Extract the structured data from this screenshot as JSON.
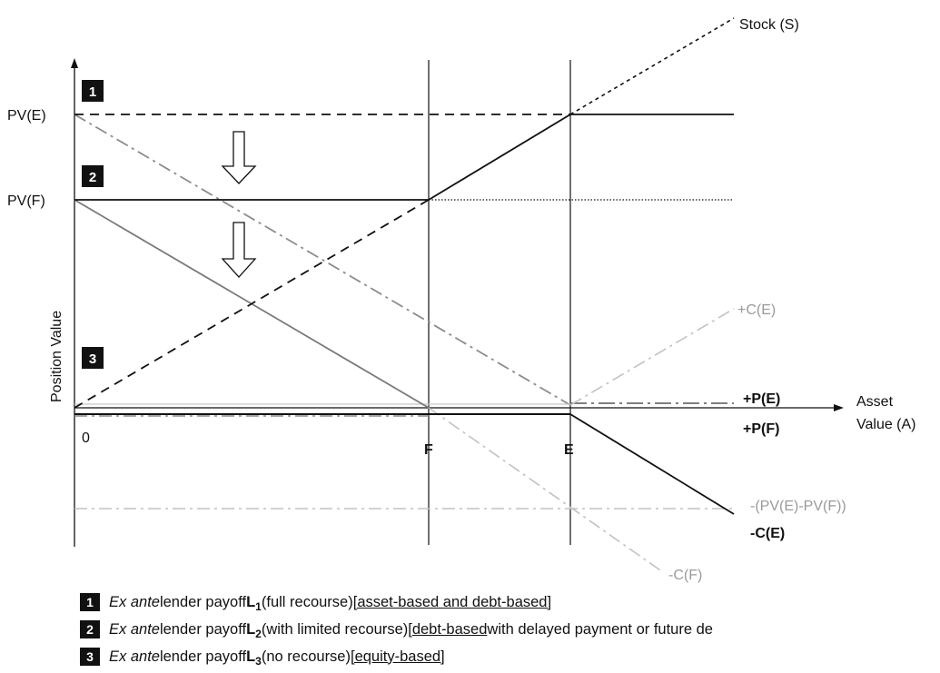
{
  "axes": {
    "y_label": "Position Value",
    "x_label_line1": "Asset",
    "x_label_line2": "Value (A)",
    "origin_label": "0",
    "F_label": "F",
    "E_label": "E",
    "pv_e_label": "PV(E)",
    "pv_f_label": "PV(F)"
  },
  "curve_labels": {
    "stock": "Stock (S)",
    "call_e_plus": "+C(E)",
    "put_e_plus": "+P(E)",
    "put_f_plus": "+P(F)",
    "pv_diff": "-(PV(E)-PV(F))",
    "call_e_minus": "-C(E)",
    "call_f_minus": "-C(F)"
  },
  "badges": [
    "1",
    "2",
    "3"
  ],
  "legend": [
    {
      "badge": "1",
      "italic": "Ex ante",
      "mid": " lender payoff ",
      "L": "L",
      "sub": "1",
      "paren": " (full recourse) ",
      "bracket_open": "",
      "underlined": "[asset-based and debt-based]",
      "after": ""
    },
    {
      "badge": "2",
      "italic": "Ex ante",
      "mid": " lender payoff ",
      "L": "L",
      "sub": "2",
      "paren": " (with limited recourse) ",
      "bracket_open": "[",
      "underlined": "debt-based",
      "after": " with delayed payment or future de"
    },
    {
      "badge": "3",
      "italic": "Ex ante",
      "mid": " lender payoff ",
      "L": "L",
      "sub": "3",
      "paren": " (no recourse) ",
      "bracket_open": "",
      "underlined": "[equity-based]",
      "after": ""
    }
  ],
  "colors": {
    "ink": "#111111",
    "grey_solid": "#7a7a7a",
    "grey_dashdot": "#8c8c8c",
    "light_grey": "#c2c2c2"
  },
  "icons": [
    "down-arrow-icon"
  ]
}
